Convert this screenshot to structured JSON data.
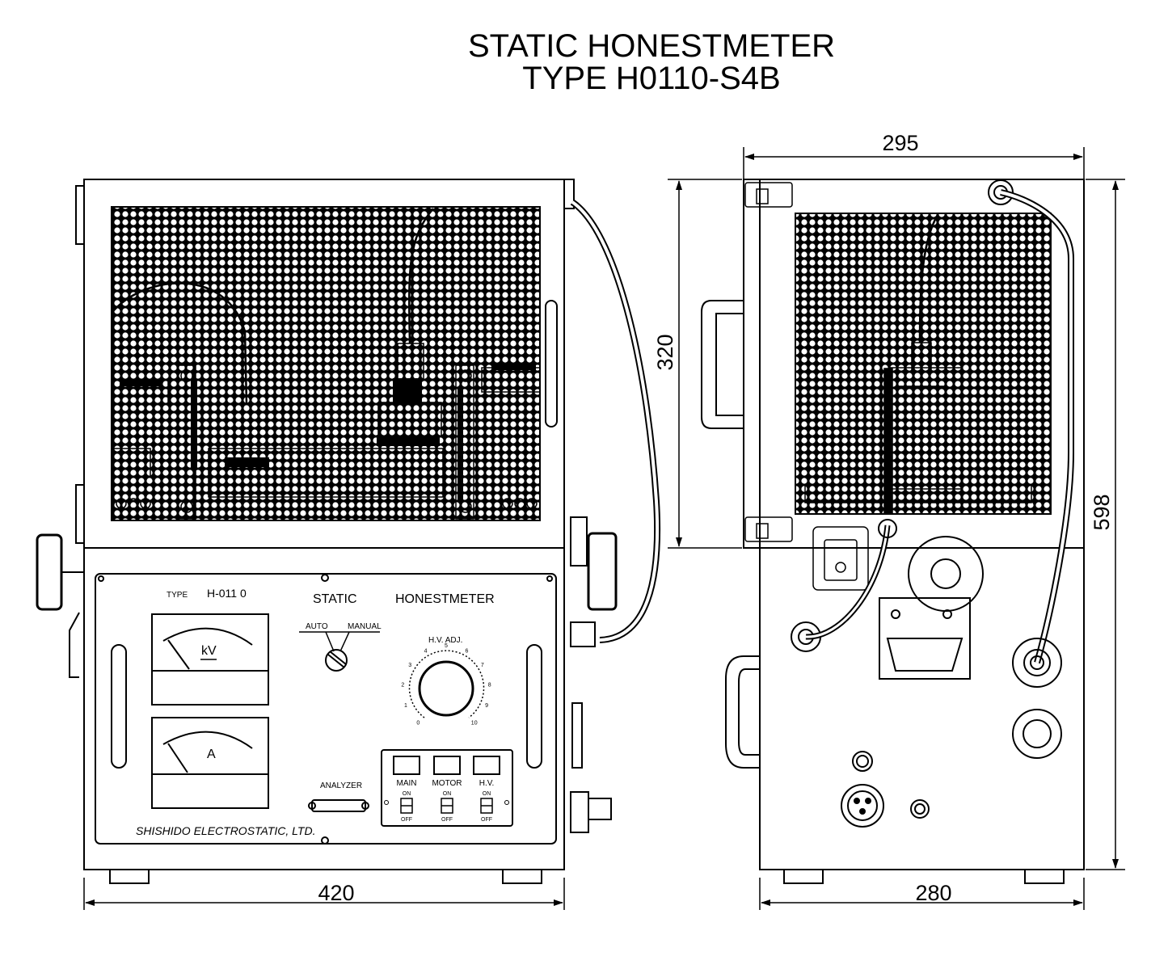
{
  "title": {
    "line1": "STATIC HONESTMETER",
    "line2": "TYPE H0110-S4B"
  },
  "dimensions": {
    "front_width": "420",
    "side_depth_top": "295",
    "side_depth_bottom": "280",
    "upper_height": "320",
    "total_height": "598"
  },
  "panel": {
    "type_label": "TYPE",
    "type_value": "H-011 0",
    "static": "STATIC",
    "honestmeter": "HONESTMETER",
    "auto": "AUTO",
    "manual": "MANUAL",
    "kv": "kV",
    "amp": "A",
    "hv_adj": "H.V.  ADJ.",
    "dial_ticks": [
      "0",
      "1",
      "2",
      "3",
      "4",
      "5",
      "6",
      "7",
      "8",
      "9",
      "10"
    ],
    "analyzer": "ANALYZER",
    "maker": "SHISHIDO ELECTROSTATIC, LTD.",
    "switches": [
      {
        "label": "MAIN",
        "on": "ON",
        "off": "OFF"
      },
      {
        "label": "MOTOR",
        "on": "ON",
        "off": "OFF"
      },
      {
        "label": "H.V.",
        "on": "ON",
        "off": "OFF"
      }
    ]
  }
}
